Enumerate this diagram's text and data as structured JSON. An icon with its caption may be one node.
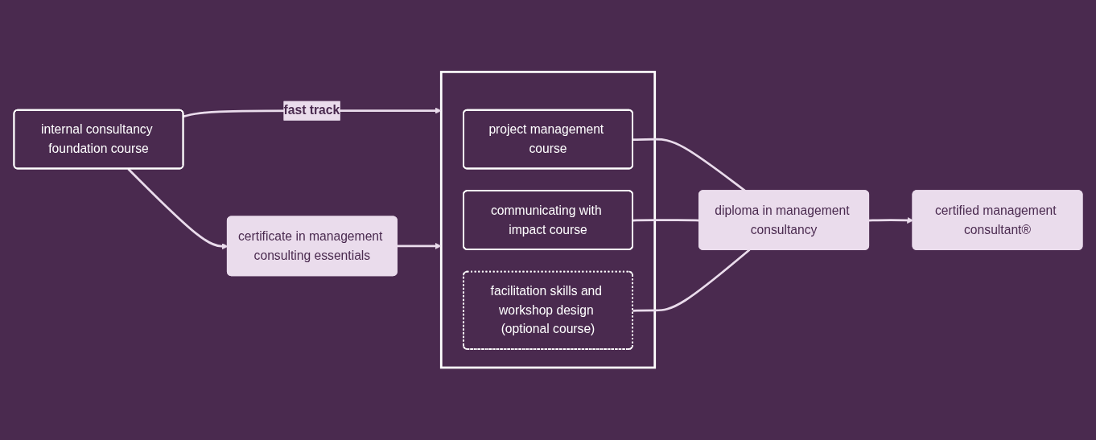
{
  "diagram": {
    "nodes": [
      {
        "text": [
          "internal consultancy foundation course"
        ]
      },
      {
        "text": [
          "certificate in management consulting essentials"
        ]
      },
      {
        "text": [],
        "shape": "box"
      },
      {
        "text": [
          "project management course"
        ],
        "in": 2
      },
      {
        "text": [
          "communicating with impact course"
        ],
        "in": 2
      },
      {
        "text": [
          "facilitation skills and workshop design (optional course)"
        ],
        "in": 2
      },
      {
        "text": [
          "diploma in management consultancy"
        ]
      },
      {
        "text": [
          "certified management consultant®"
        ]
      }
    ],
    "edges": [
      {
        "from": 0,
        "to": 2,
        "arrow": "to",
        "label": "fast track"
      },
      {
        "from": 0,
        "to": 1,
        "arrow": "to"
      },
      {
        "from": 1,
        "to": 2,
        "arrow": "to"
      },
      {
        "from": 3,
        "to": 6,
        "arrow": "none"
      },
      {
        "from": 4,
        "to": 6,
        "arrow": "none"
      },
      {
        "from": 5,
        "to": 6,
        "arrow": "none"
      },
      {
        "from": 6,
        "to": 7,
        "arrow": "to"
      }
    ]
  }
}
